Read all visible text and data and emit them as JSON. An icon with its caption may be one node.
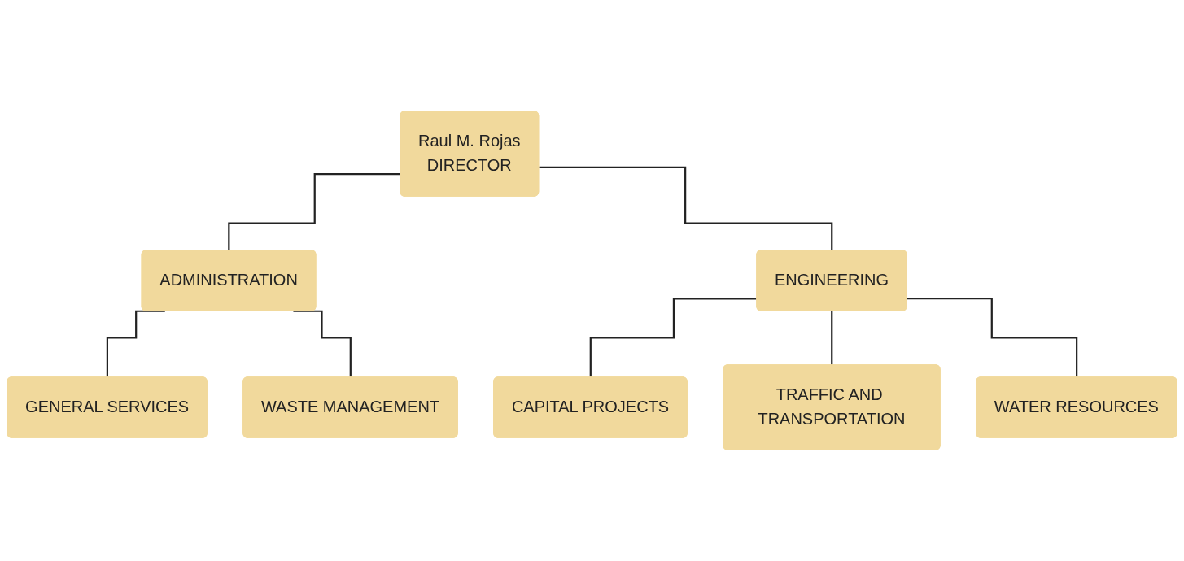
{
  "diagram": {
    "nodes": [
      {
        "text": [
          "Raul M. Rojas",
          "DIRECTOR"
        ]
      },
      {
        "text": [
          "ADMINISTRATION"
        ]
      },
      {
        "text": [
          "ENGINEERING"
        ]
      },
      {
        "text": [
          "GENERAL SERVICES"
        ]
      },
      {
        "text": [
          "WASTE MANAGEMENT"
        ]
      },
      {
        "text": [
          "CAPITAL PROJECTS"
        ]
      },
      {
        "text": [
          "TRAFFIC AND TRANSPORTATION"
        ]
      },
      {
        "text": [
          "WATER RESOURCES"
        ]
      }
    ],
    "edges": [
      {
        "from": 0,
        "to": 1,
        "arrow": "none"
      },
      {
        "from": 0,
        "to": 2,
        "arrow": "none"
      },
      {
        "from": 1,
        "to": 3,
        "arrow": "none"
      },
      {
        "from": 1,
        "to": 4,
        "arrow": "none"
      },
      {
        "from": 2,
        "to": 5,
        "arrow": "none"
      },
      {
        "from": 2,
        "to": 6,
        "arrow": "none"
      },
      {
        "from": 2,
        "to": 7,
        "arrow": "none"
      }
    ]
  }
}
